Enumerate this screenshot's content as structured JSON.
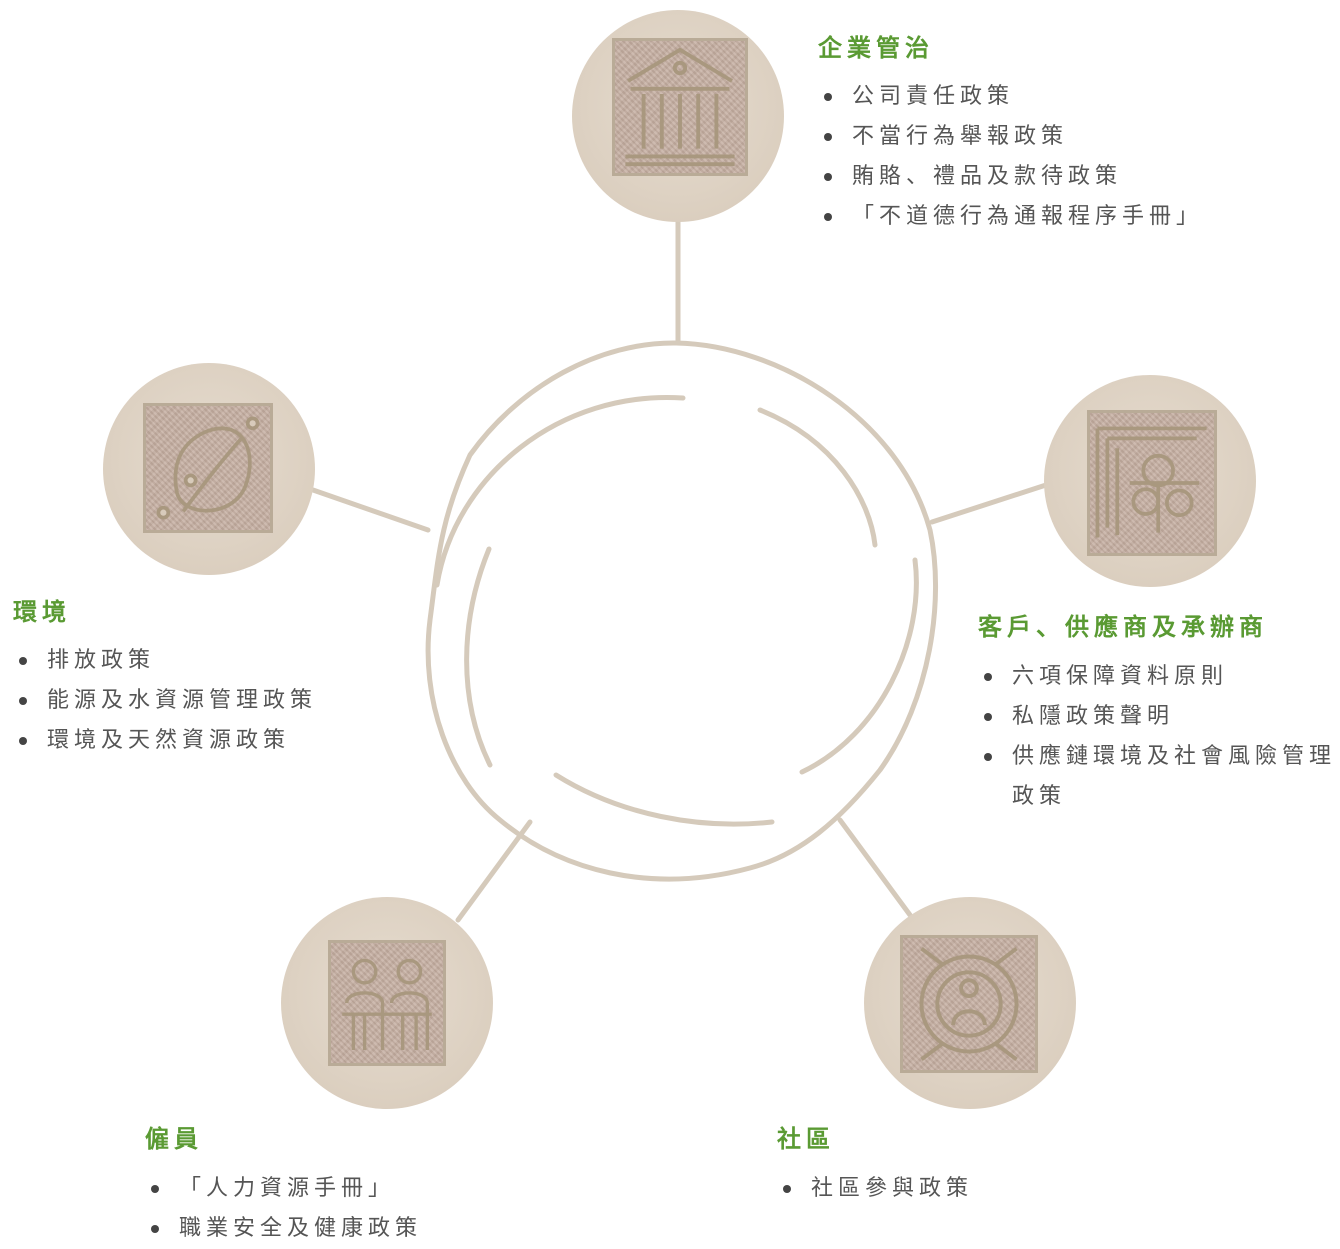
{
  "colors": {
    "title_green": "#5a9a33",
    "line_beige": "#d5cabb",
    "circle_fill": "#ddd1c2",
    "stamp_fill": "#c4ada0",
    "text_gray": "#555555"
  },
  "sections": {
    "governance": {
      "icon": "pillared-building-icon",
      "title": "企業管治",
      "items": [
        "公司責任政策",
        "不當行為舉報政策",
        "賄賂、禮品及款待政策",
        "「不道德行為通報程序手冊」"
      ]
    },
    "environment": {
      "icon": "leaf-icon",
      "title": "環境",
      "items": [
        "排放政策",
        "能源及水資源管理政策",
        "環境及天然資源政策"
      ]
    },
    "customers": {
      "icon": "interlocking-maze-icon",
      "title": "客戶、供應商及承辦商",
      "items": [
        "六項保障資料原則",
        "私隱政策聲明",
        "供應鏈環境及社會風險管理政策"
      ]
    },
    "employees": {
      "icon": "people-icon",
      "title": "僱員",
      "items": [
        "「人力資源手冊」",
        "職業安全及健康政策"
      ]
    },
    "community": {
      "icon": "community-circle-icon",
      "title": "社區",
      "items": [
        "社區參與政策"
      ]
    }
  }
}
